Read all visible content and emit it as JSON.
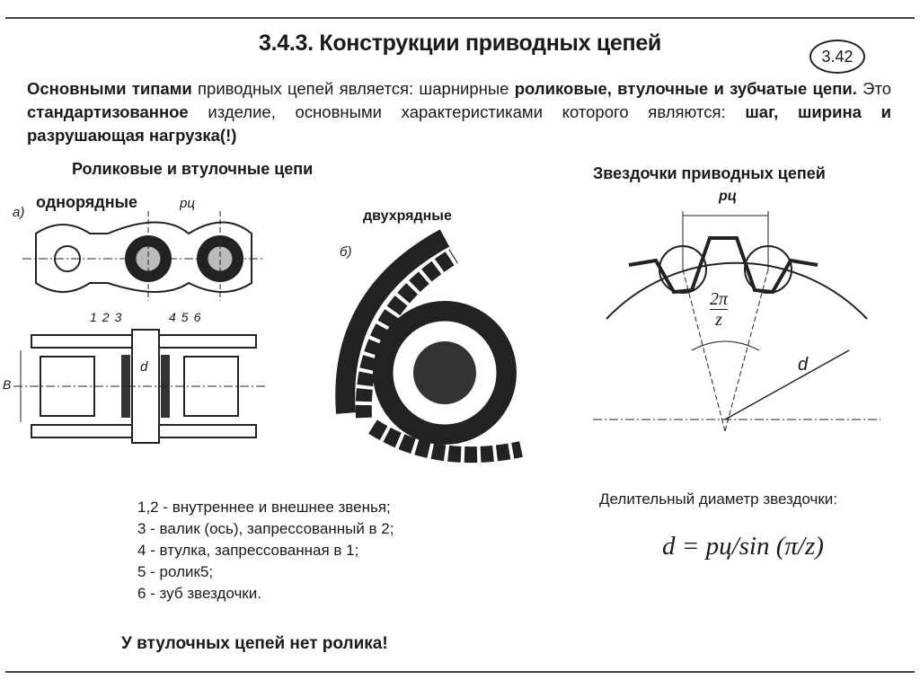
{
  "slide": {
    "title": "3.4.3. Конструкции приводных цепей",
    "slide_number": "3.42",
    "intro": {
      "s1_bold": "Основными типами",
      "s2": " приводных цепей является: шарнирные ",
      "s3_bold": "роликовые, втулочные и зубчатые цепи.",
      "s4": " Это ",
      "s5_bold": "стандартизованное",
      "s6": " изделие, основными характеристиками которого являются: ",
      "s7_bold": "шаг, ширина и разрушающая нагрузка(!)"
    },
    "left_heading": "Роликовые и втулочные цепи",
    "right_heading": "Звездочки приводных цепей",
    "fig_a_label": "а)",
    "fig_a_title": "однорядные",
    "fig_b_label": "б)",
    "fig_b_title": "двухрядные",
    "pitch_label": "pц",
    "part_numbers": [
      "1",
      "2",
      "3",
      "4",
      "5",
      "6"
    ],
    "dim_d": "d",
    "dim_b": "B",
    "sprocket_angle": "2π",
    "sprocket_angle_den": "z",
    "sprocket_d": "d",
    "legend": [
      "1,2 - внутреннее и внешнее звенья;",
      "3 - валик (ось), запрессованный в 2;",
      "4 - втулка, запрессованная в 1;",
      "5 - ролик5;",
      "6 - зуб звездочки."
    ],
    "diameter_caption": "Делительный диаметр звездочки:",
    "formula": "d = pц/sin (π/z)",
    "conclusion": "У втулочных цепей нет ролика!"
  }
}
